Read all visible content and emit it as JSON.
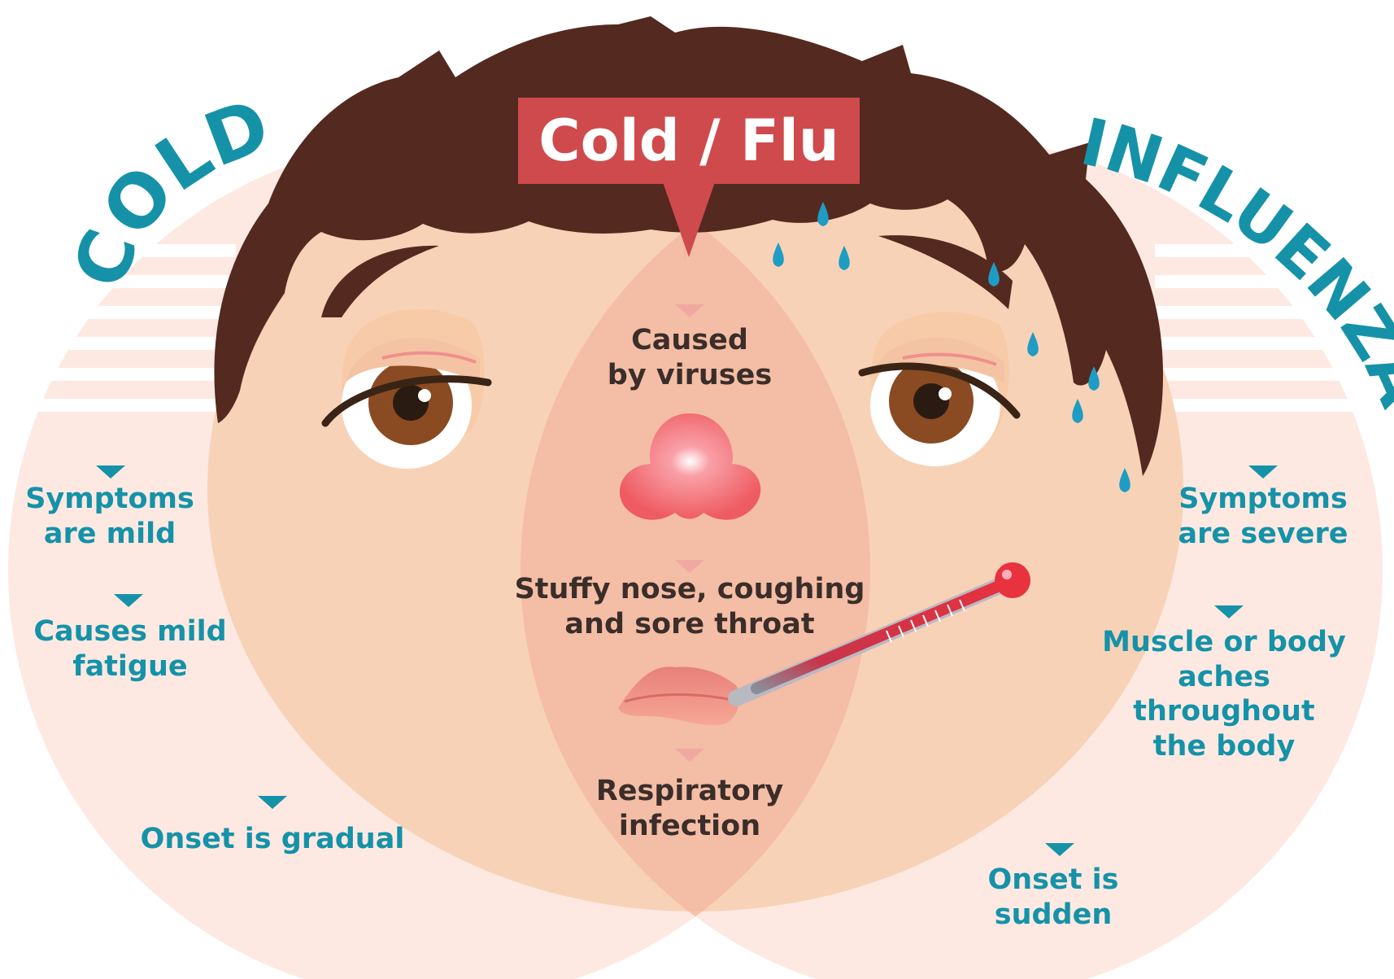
{
  "title": "Cold / Flu",
  "cold_heading": "COLD",
  "flu_heading": "INFLUENZA",
  "cold": {
    "mild_1": "Symptoms",
    "mild_2": "are mild",
    "fatigue_1": "Causes mild",
    "fatigue_2": "fatigue",
    "onset": "Onset is gradual"
  },
  "shared": {
    "virus_1": "Caused",
    "virus_2": "by viruses",
    "nose_1": "Stuffy nose, coughing",
    "nose_2": "and sore throat",
    "resp_1": "Respiratory",
    "resp_2": "infection"
  },
  "flu": {
    "severe_1": "Symptoms",
    "severe_2": "are severe",
    "aches_1": "Muscle or body",
    "aches_2": "aches throughout",
    "aches_3": "the body",
    "onset": "Onset is sudden"
  },
  "colors": {
    "text_teal": "#1592a8",
    "title_red": "#cf4a4c",
    "hair": "#54291f",
    "skin": "#f8d2b7",
    "text_dark": "#3b2e2a"
  },
  "icons": [
    "triangle-marker-icon",
    "thermometer-icon",
    "sweat-drop-icon"
  ]
}
